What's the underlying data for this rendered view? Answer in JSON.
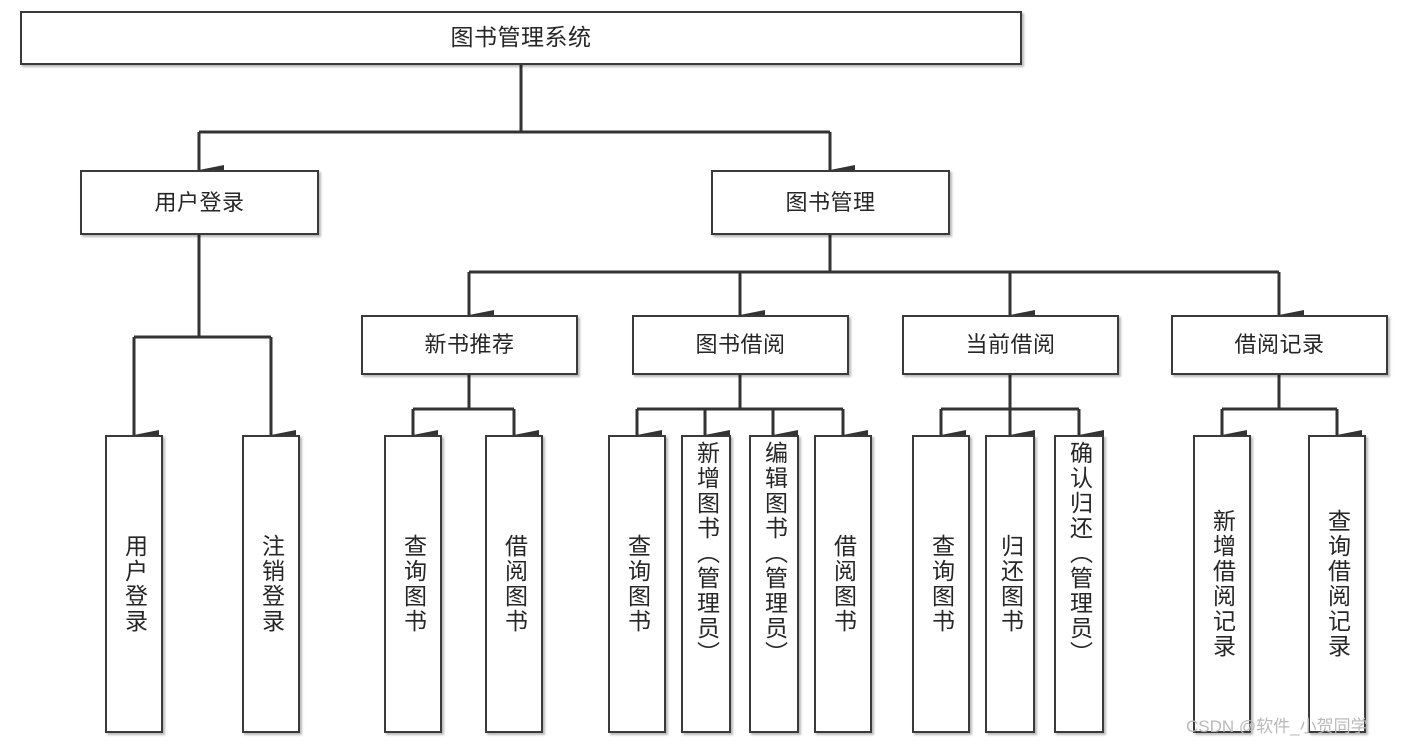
{
  "diagram": {
    "type": "hierarchy-tree",
    "title": "图书管理系统",
    "watermark": "CSDN @软件_小贺同学",
    "colors": {
      "box_border": "#3a3a3a",
      "box_fill": "#ffffff",
      "text": "#262626",
      "connector": "#333333",
      "watermark": "#b9b9b9"
    },
    "root": {
      "label": "图书管理系统",
      "level": 0
    },
    "level1": [
      {
        "label": "用户登录"
      },
      {
        "label": "图书管理"
      }
    ],
    "level2": [
      {
        "label": "新书推荐"
      },
      {
        "label": "图书借阅"
      },
      {
        "label": "当前借阅"
      },
      {
        "label": "借阅记录"
      }
    ],
    "leaves": {
      "user_login": [
        {
          "label": "用户登录"
        },
        {
          "label": "注销登录"
        }
      ],
      "new_book_recommend": [
        {
          "label": "查询图书"
        },
        {
          "label": "借阅图书"
        }
      ],
      "book_borrow": [
        {
          "label": "查询图书"
        },
        {
          "label": "新增图书（管理员）"
        },
        {
          "label": "编辑图书（管理员）"
        },
        {
          "label": "借阅图书"
        }
      ],
      "current_borrow": [
        {
          "label": "查询图书"
        },
        {
          "label": "归还图书"
        },
        {
          "label": "确认归还（管理员）"
        }
      ],
      "borrow_records": [
        {
          "label": "新增借阅记录"
        },
        {
          "label": "查询借阅记录"
        }
      ]
    }
  }
}
